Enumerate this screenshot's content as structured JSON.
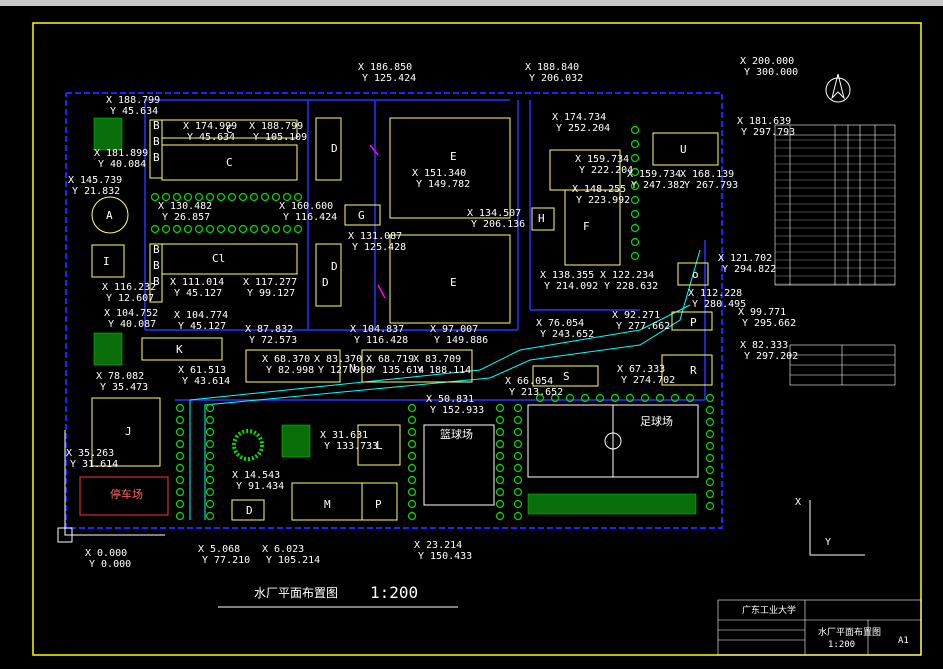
{
  "title": "水厂平面布置图",
  "scale": "1:200",
  "university": "广东工业大学",
  "titleblock": {
    "drawing_name": "水厂平面布置图",
    "scale": "1:200",
    "sheet": "A1"
  },
  "colors": {
    "frame": "#ffff00",
    "site_boundary": "#0000ff",
    "building": "#ffff66",
    "text": "#ffffff",
    "green": "#00dd00",
    "pipe_cyan": "#00ffff",
    "pipe_magenta": "#ff00ff",
    "red": "#ff3333"
  },
  "buildings": [
    {
      "id": "A",
      "label": "A"
    },
    {
      "id": "B1",
      "label": "B"
    },
    {
      "id": "B2",
      "label": "B"
    },
    {
      "id": "B3",
      "label": "B"
    },
    {
      "id": "B4",
      "label": "B"
    },
    {
      "id": "B5",
      "label": "B"
    },
    {
      "id": "B6",
      "label": "B"
    },
    {
      "id": "C1",
      "label": "C"
    },
    {
      "id": "C2",
      "label": "C"
    },
    {
      "id": "C3",
      "label": "Cl"
    },
    {
      "id": "D1",
      "label": "D"
    },
    {
      "id": "D2",
      "label": "D"
    },
    {
      "id": "D3",
      "label": "D"
    },
    {
      "id": "E1",
      "label": "E"
    },
    {
      "id": "E2",
      "label": "E"
    },
    {
      "id": "F",
      "label": "F"
    },
    {
      "id": "G",
      "label": "G"
    },
    {
      "id": "H",
      "label": "H"
    },
    {
      "id": "I",
      "label": "I"
    },
    {
      "id": "J",
      "label": "J"
    },
    {
      "id": "K",
      "label": "K"
    },
    {
      "id": "L",
      "label": "L"
    },
    {
      "id": "M",
      "label": "M"
    },
    {
      "id": "N",
      "label": "N"
    },
    {
      "id": "O",
      "label": "o"
    },
    {
      "id": "P1",
      "label": "P"
    },
    {
      "id": "P2",
      "label": "P"
    },
    {
      "id": "R",
      "label": "R"
    },
    {
      "id": "S",
      "label": "S"
    },
    {
      "id": "U",
      "label": "U"
    },
    {
      "id": "D4",
      "label": "D"
    },
    {
      "id": "bball",
      "label": "篮球场"
    },
    {
      "id": "soccer",
      "label": "足球场"
    },
    {
      "id": "park",
      "label": "停车场"
    }
  ],
  "coords": [
    "X 188.799",
    "Y 45.634",
    "X 174.999",
    "Y 45.634",
    "X 188.799",
    "Y 105.109",
    "X 186.850",
    "Y 125.424",
    "X 188.840",
    "Y 206.032",
    "X 200.000",
    "Y 300.000",
    "X 181.639",
    "Y 297.793",
    "X 174.734",
    "Y 252.204",
    "X 159.734",
    "Y 222.204",
    "X 159.734",
    "Y 247.382",
    "X 168.139",
    "Y 267.793",
    "X 148.255",
    "Y 223.992",
    "X 151.340",
    "Y 149.782",
    "X 134.507",
    "Y 206.136",
    "X 181.899",
    "Y 40.084",
    "X 145.739",
    "Y 21.832",
    "X 130.482",
    "Y 26.857",
    "X 160.600",
    "Y 116.424",
    "X 131.087",
    "Y 125.428",
    "X 121.702",
    "Y 294.822",
    "X 138.355",
    "Y 214.092",
    "X 122.234",
    "Y 228.632",
    "X 112.228",
    "Y 280.495",
    "X 116.232",
    "Y 12.607",
    "X 111.014",
    "Y 45.127",
    "X 117.277",
    "Y 99.127",
    "X 104.752",
    "Y 40.087",
    "X 104.774",
    "Y 45.127",
    "X 87.832",
    "Y 72.573",
    "X 104.837",
    "Y 116.428",
    "X 97.007",
    "Y 149.886",
    "X 76.054",
    "Y 243.652",
    "X 92.271",
    "Y 277.662",
    "X 99.771",
    "Y 295.662",
    "X 82.333",
    "Y 297.202",
    "X 68.370",
    "Y 82.998",
    "X 83.370",
    "Y 127.998",
    "X 68.719",
    "Y 135.614",
    "X 83.709",
    "Y 188.114",
    "X 78.082",
    "Y 35.473",
    "X 61.513",
    "Y 43.614",
    "X 66.054",
    "Y 213.652",
    "X 67.333",
    "Y 274.702",
    "X 50.831",
    "Y 152.933",
    "X 31.631",
    "Y 133.733",
    "X 35.263",
    "Y 31.614",
    "X 14.543",
    "Y 91.434",
    "X 5.068",
    "Y 77.210",
    "X 6.023",
    "Y 105.214",
    "X 23.214",
    "Y 150.433",
    "X 0.000",
    "Y 0.000"
  ],
  "axis": {
    "x": "X",
    "y": "Y"
  },
  "icons": [
    "north-arrow-icon",
    "ucs-icon"
  ]
}
